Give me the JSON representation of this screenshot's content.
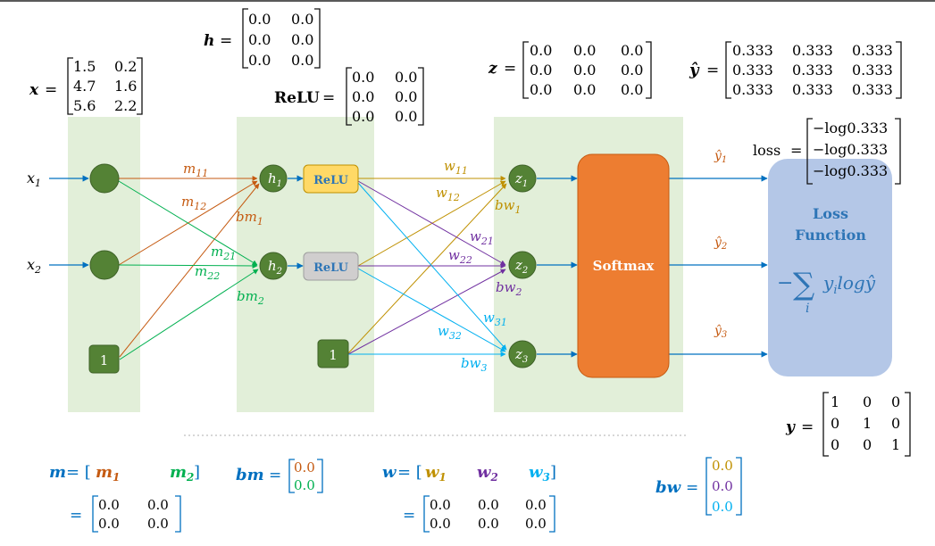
{
  "colors": {
    "panel": "#e2efd9",
    "node": "#548235",
    "orange": "#c55a11",
    "green": "#00b050",
    "gold": "#bf9000",
    "purple": "#7030a0",
    "cyan": "#00b0f0",
    "blue": "#0070c0",
    "softmax": "#ed7d31",
    "loss_box": "#b4c7e7",
    "loss_text": "#2e75b6",
    "relu_yellow": "#ffd966",
    "relu_gray": "#d0cece"
  },
  "inputs": {
    "x1": "x",
    "x1_sub": "1",
    "x2": "x",
    "x2_sub": "2",
    "bias": "1"
  },
  "matrix_x": {
    "label": "x",
    "rows": [
      [
        "1.5",
        "0.2"
      ],
      [
        "4.7",
        "1.6"
      ],
      [
        "5.6",
        "2.2"
      ]
    ]
  },
  "matrix_h": {
    "label": "h",
    "rows": [
      [
        "0.0",
        "0.0"
      ],
      [
        "0.0",
        "0.0"
      ],
      [
        "0.0",
        "0.0"
      ]
    ]
  },
  "matrix_relu": {
    "label": "ReLU",
    "rows": [
      [
        "0.0",
        "0.0"
      ],
      [
        "0.0",
        "0.0"
      ],
      [
        "0.0",
        "0.0"
      ]
    ]
  },
  "matrix_z": {
    "label": "z",
    "rows": [
      [
        "0.0",
        "0.0",
        "0.0"
      ],
      [
        "0.0",
        "0.0",
        "0.0"
      ],
      [
        "0.0",
        "0.0",
        "0.0"
      ]
    ]
  },
  "matrix_yhat": {
    "label": "ŷ",
    "rows": [
      [
        "0.333",
        "0.333",
        "0.333"
      ],
      [
        "0.333",
        "0.333",
        "0.333"
      ],
      [
        "0.333",
        "0.333",
        "0.333"
      ]
    ]
  },
  "matrix_loss": {
    "label": "loss",
    "rows": [
      [
        "−log0.333"
      ],
      [
        "−log0.333"
      ],
      [
        "−log0.333"
      ]
    ]
  },
  "matrix_y": {
    "label": "y",
    "rows": [
      [
        "1",
        "0",
        "0"
      ],
      [
        "0",
        "1",
        "0"
      ],
      [
        "0",
        "0",
        "1"
      ]
    ]
  },
  "hidden": {
    "h1": "h",
    "h1_sub": "1",
    "h2": "h",
    "h2_sub": "2",
    "bias": "1"
  },
  "relu": {
    "label1": "ReLU",
    "label2": "ReLU"
  },
  "outputs": {
    "z1": "z",
    "z1_sub": "1",
    "z2": "z",
    "z2_sub": "2",
    "z3": "z",
    "z3_sub": "3"
  },
  "softmax": {
    "label": "Softmax"
  },
  "yhat_labels": {
    "y1": "ŷ",
    "y1_sub": "1",
    "y2": "ŷ",
    "y2_sub": "2",
    "y3": "ŷ",
    "y3_sub": "3"
  },
  "edge_labels": {
    "m11": "m",
    "m11_sub": "11",
    "m12": "m",
    "m12_sub": "12",
    "bm1": "bm",
    "bm1_sub": "1",
    "m21": "m",
    "m21_sub": "21",
    "m22": "m",
    "m22_sub": "22",
    "bm2": "bm",
    "bm2_sub": "2",
    "w11": "w",
    "w11_sub": "11",
    "w12": "w",
    "w12_sub": "12",
    "bw1": "bw",
    "bw1_sub": "1",
    "w21": "w",
    "w21_sub": "21",
    "w22": "w",
    "w22_sub": "22",
    "bw2": "bw",
    "bw2_sub": "2",
    "w31": "w",
    "w31_sub": "31",
    "w32": "w",
    "w32_sub": "32",
    "bw3": "bw",
    "bw3_sub": "3"
  },
  "loss_function": {
    "title1": "Loss",
    "title2": "Function",
    "formula_minus": "−",
    "formula_sum": "∑",
    "formula_index": "i",
    "formula_body": "y",
    "formula_sub": "i",
    "formula_tail": "log",
    "formula_hat": "ŷ"
  },
  "legend_m": {
    "label": "m",
    "eq": "= [",
    "item1": "m",
    "item1_sub": "1",
    "item2": "m",
    "item2_sub": "2",
    "close": "]",
    "eq2": "=",
    "rows": [
      [
        "0.0",
        "0.0"
      ],
      [
        "0.0",
        "0.0"
      ]
    ]
  },
  "legend_bm": {
    "label": "bm",
    "eq": "=",
    "rows": [
      [
        "0.0"
      ],
      [
        "0.0"
      ]
    ]
  },
  "legend_w": {
    "label": "w",
    "eq": "= [",
    "item1": "w",
    "item1_sub": "1",
    "item2": "w",
    "item2_sub": "2",
    "item3": "w",
    "item3_sub": "3",
    "close": "]",
    "eq2": "=",
    "rows": [
      [
        "0.0",
        "0.0",
        "0.0"
      ],
      [
        "0.0",
        "0.0",
        "0.0"
      ]
    ]
  },
  "legend_bw": {
    "label": "bw",
    "eq": "=",
    "rows": [
      [
        "0.0"
      ],
      [
        "0.0"
      ],
      [
        "0.0"
      ]
    ]
  }
}
